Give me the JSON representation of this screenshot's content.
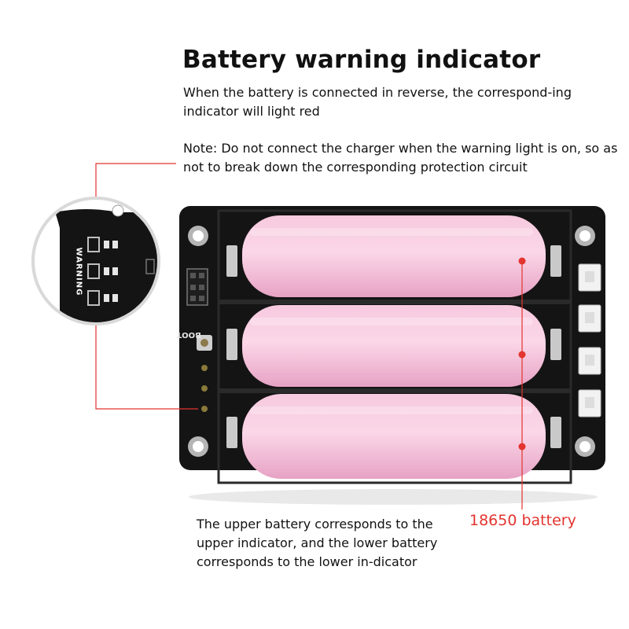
{
  "title": "Battery warning indicator",
  "paragraph_reverse": "When the battery is connected in reverse, the correspond-ing indicator will light red",
  "paragraph_note": "Note: Do not connect the charger when the warning light is on, so as not to break down the corresponding protection circuit",
  "paragraph_correspondence": "The upper battery corresponds to the upper indicator, and the lower battery corresponds to the lower in-dicator",
  "battery_label": "18650 battery",
  "board_text": {
    "warning": "WARNING",
    "boot": "BOOT"
  },
  "colors": {
    "accent_red": "#e3342f",
    "board_black": "#141414",
    "battery_pink": "#f2b7d3",
    "terminal_silver": "#c9c9c9"
  }
}
